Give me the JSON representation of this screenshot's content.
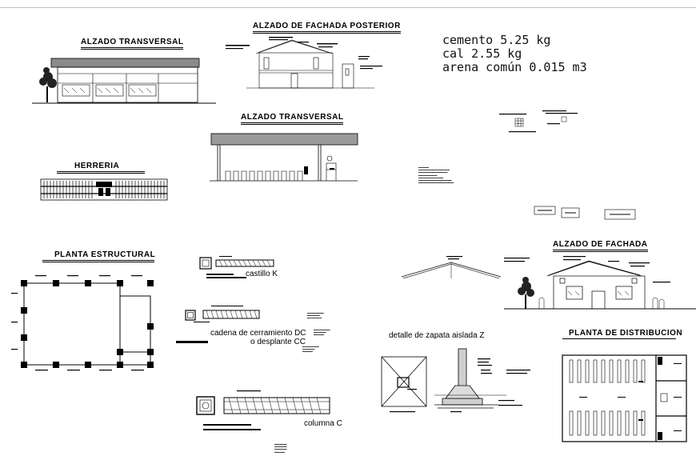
{
  "titles": {
    "alzado_transversal_1": "ALZADO TRANSVERSAL",
    "alzado_fachada_posterior": "ALZADO DE FACHADA POSTERIOR",
    "alzado_transversal_2": "ALZADO TRANSVERSAL",
    "herreria": "HERRERIA",
    "planta_estructural": "PLANTA ESTRUCTURAL",
    "alzado_fachada": "ALZADO DE FACHADA",
    "planta_distribucion": "PLANTA DE DISTRIBUCION"
  },
  "materials": [
    "cemento 5.25 kg",
    "cal 2.55 kg",
    "arena común 0.015 m3"
  ],
  "details": {
    "castillo": "castillo K",
    "cadena_line1": "cadena de cerramiento  DC",
    "cadena_line2": "o desplante CC",
    "columna": "columna C",
    "zapata": "detalle de zapata aislada Z"
  }
}
